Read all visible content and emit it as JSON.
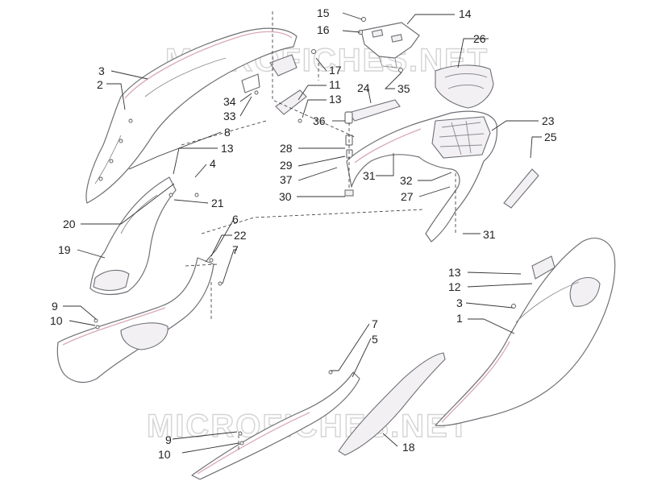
{
  "watermark": {
    "text": "MICROFICHES.NET"
  },
  "callouts": [
    {
      "id": "c15",
      "label": "15"
    },
    {
      "id": "c14",
      "label": "14"
    },
    {
      "id": "c16",
      "label": "16"
    },
    {
      "id": "c26",
      "label": "26"
    },
    {
      "id": "c3a",
      "label": "3"
    },
    {
      "id": "c2",
      "label": "2"
    },
    {
      "id": "c17",
      "label": "17"
    },
    {
      "id": "c11",
      "label": "11"
    },
    {
      "id": "c24",
      "label": "24"
    },
    {
      "id": "c35",
      "label": "35"
    },
    {
      "id": "c34",
      "label": "34"
    },
    {
      "id": "c13a",
      "label": "13"
    },
    {
      "id": "c33",
      "label": "33"
    },
    {
      "id": "c36",
      "label": "36"
    },
    {
      "id": "c23",
      "label": "23"
    },
    {
      "id": "c8",
      "label": "8"
    },
    {
      "id": "c25",
      "label": "25"
    },
    {
      "id": "c13b",
      "label": "13"
    },
    {
      "id": "c28",
      "label": "28"
    },
    {
      "id": "c4",
      "label": "4"
    },
    {
      "id": "c29",
      "label": "29"
    },
    {
      "id": "c31a",
      "label": "31"
    },
    {
      "id": "c32",
      "label": "32"
    },
    {
      "id": "c37",
      "label": "37"
    },
    {
      "id": "c27",
      "label": "27"
    },
    {
      "id": "c30",
      "label": "30"
    },
    {
      "id": "c21",
      "label": "21"
    },
    {
      "id": "c20",
      "label": "20"
    },
    {
      "id": "c6",
      "label": "6"
    },
    {
      "id": "c31b",
      "label": "31"
    },
    {
      "id": "c22",
      "label": "22"
    },
    {
      "id": "c19",
      "label": "19"
    },
    {
      "id": "c7a",
      "label": "7"
    },
    {
      "id": "c13c",
      "label": "13"
    },
    {
      "id": "c12",
      "label": "12"
    },
    {
      "id": "c9a",
      "label": "9"
    },
    {
      "id": "c3b",
      "label": "3"
    },
    {
      "id": "c10a",
      "label": "10"
    },
    {
      "id": "c1",
      "label": "1"
    },
    {
      "id": "c7b",
      "label": "7"
    },
    {
      "id": "c5",
      "label": "5"
    },
    {
      "id": "c9b",
      "label": "9"
    },
    {
      "id": "c18",
      "label": "18"
    },
    {
      "id": "c10b",
      "label": "10"
    }
  ]
}
